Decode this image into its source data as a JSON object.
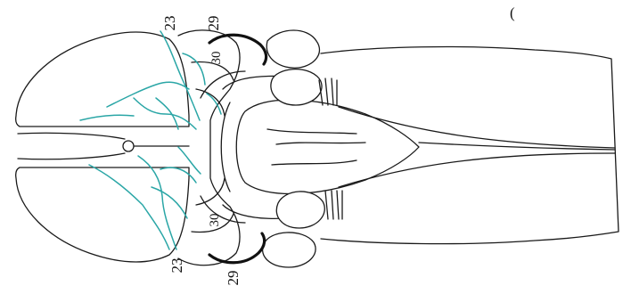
{
  "colors": {
    "outline": "#1a1a1a",
    "vessel": "#2aa6a6",
    "background": "#ffffff"
  },
  "labels": {
    "top_left_number": "23",
    "top_right_number": "29",
    "top_inner_number": "30",
    "bottom_left_number": "23",
    "bottom_right_number": "29",
    "bottom_inner_number": "30",
    "corner_mark": "("
  }
}
